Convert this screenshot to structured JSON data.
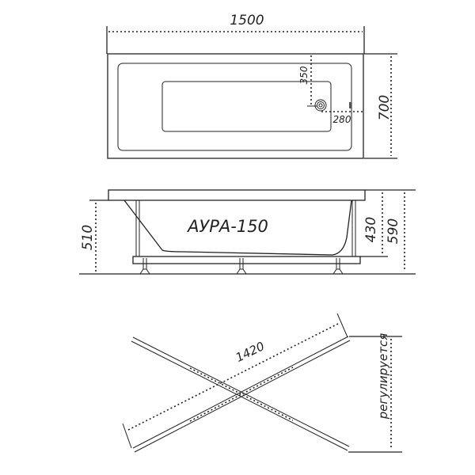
{
  "top_view": {
    "length_label": "1500",
    "width_label": "700",
    "drain_offset_y_label": "350",
    "drain_offset_x_label": "280"
  },
  "side_view": {
    "model_label": "АУРА-150",
    "frame_height_label": "510",
    "depth_label": "430",
    "total_height_label": "590"
  },
  "frame_view": {
    "bar_length_label": "1420",
    "adjustable_label": "регулируется"
  },
  "colors": {
    "line": "#222222",
    "background": "#ffffff"
  }
}
